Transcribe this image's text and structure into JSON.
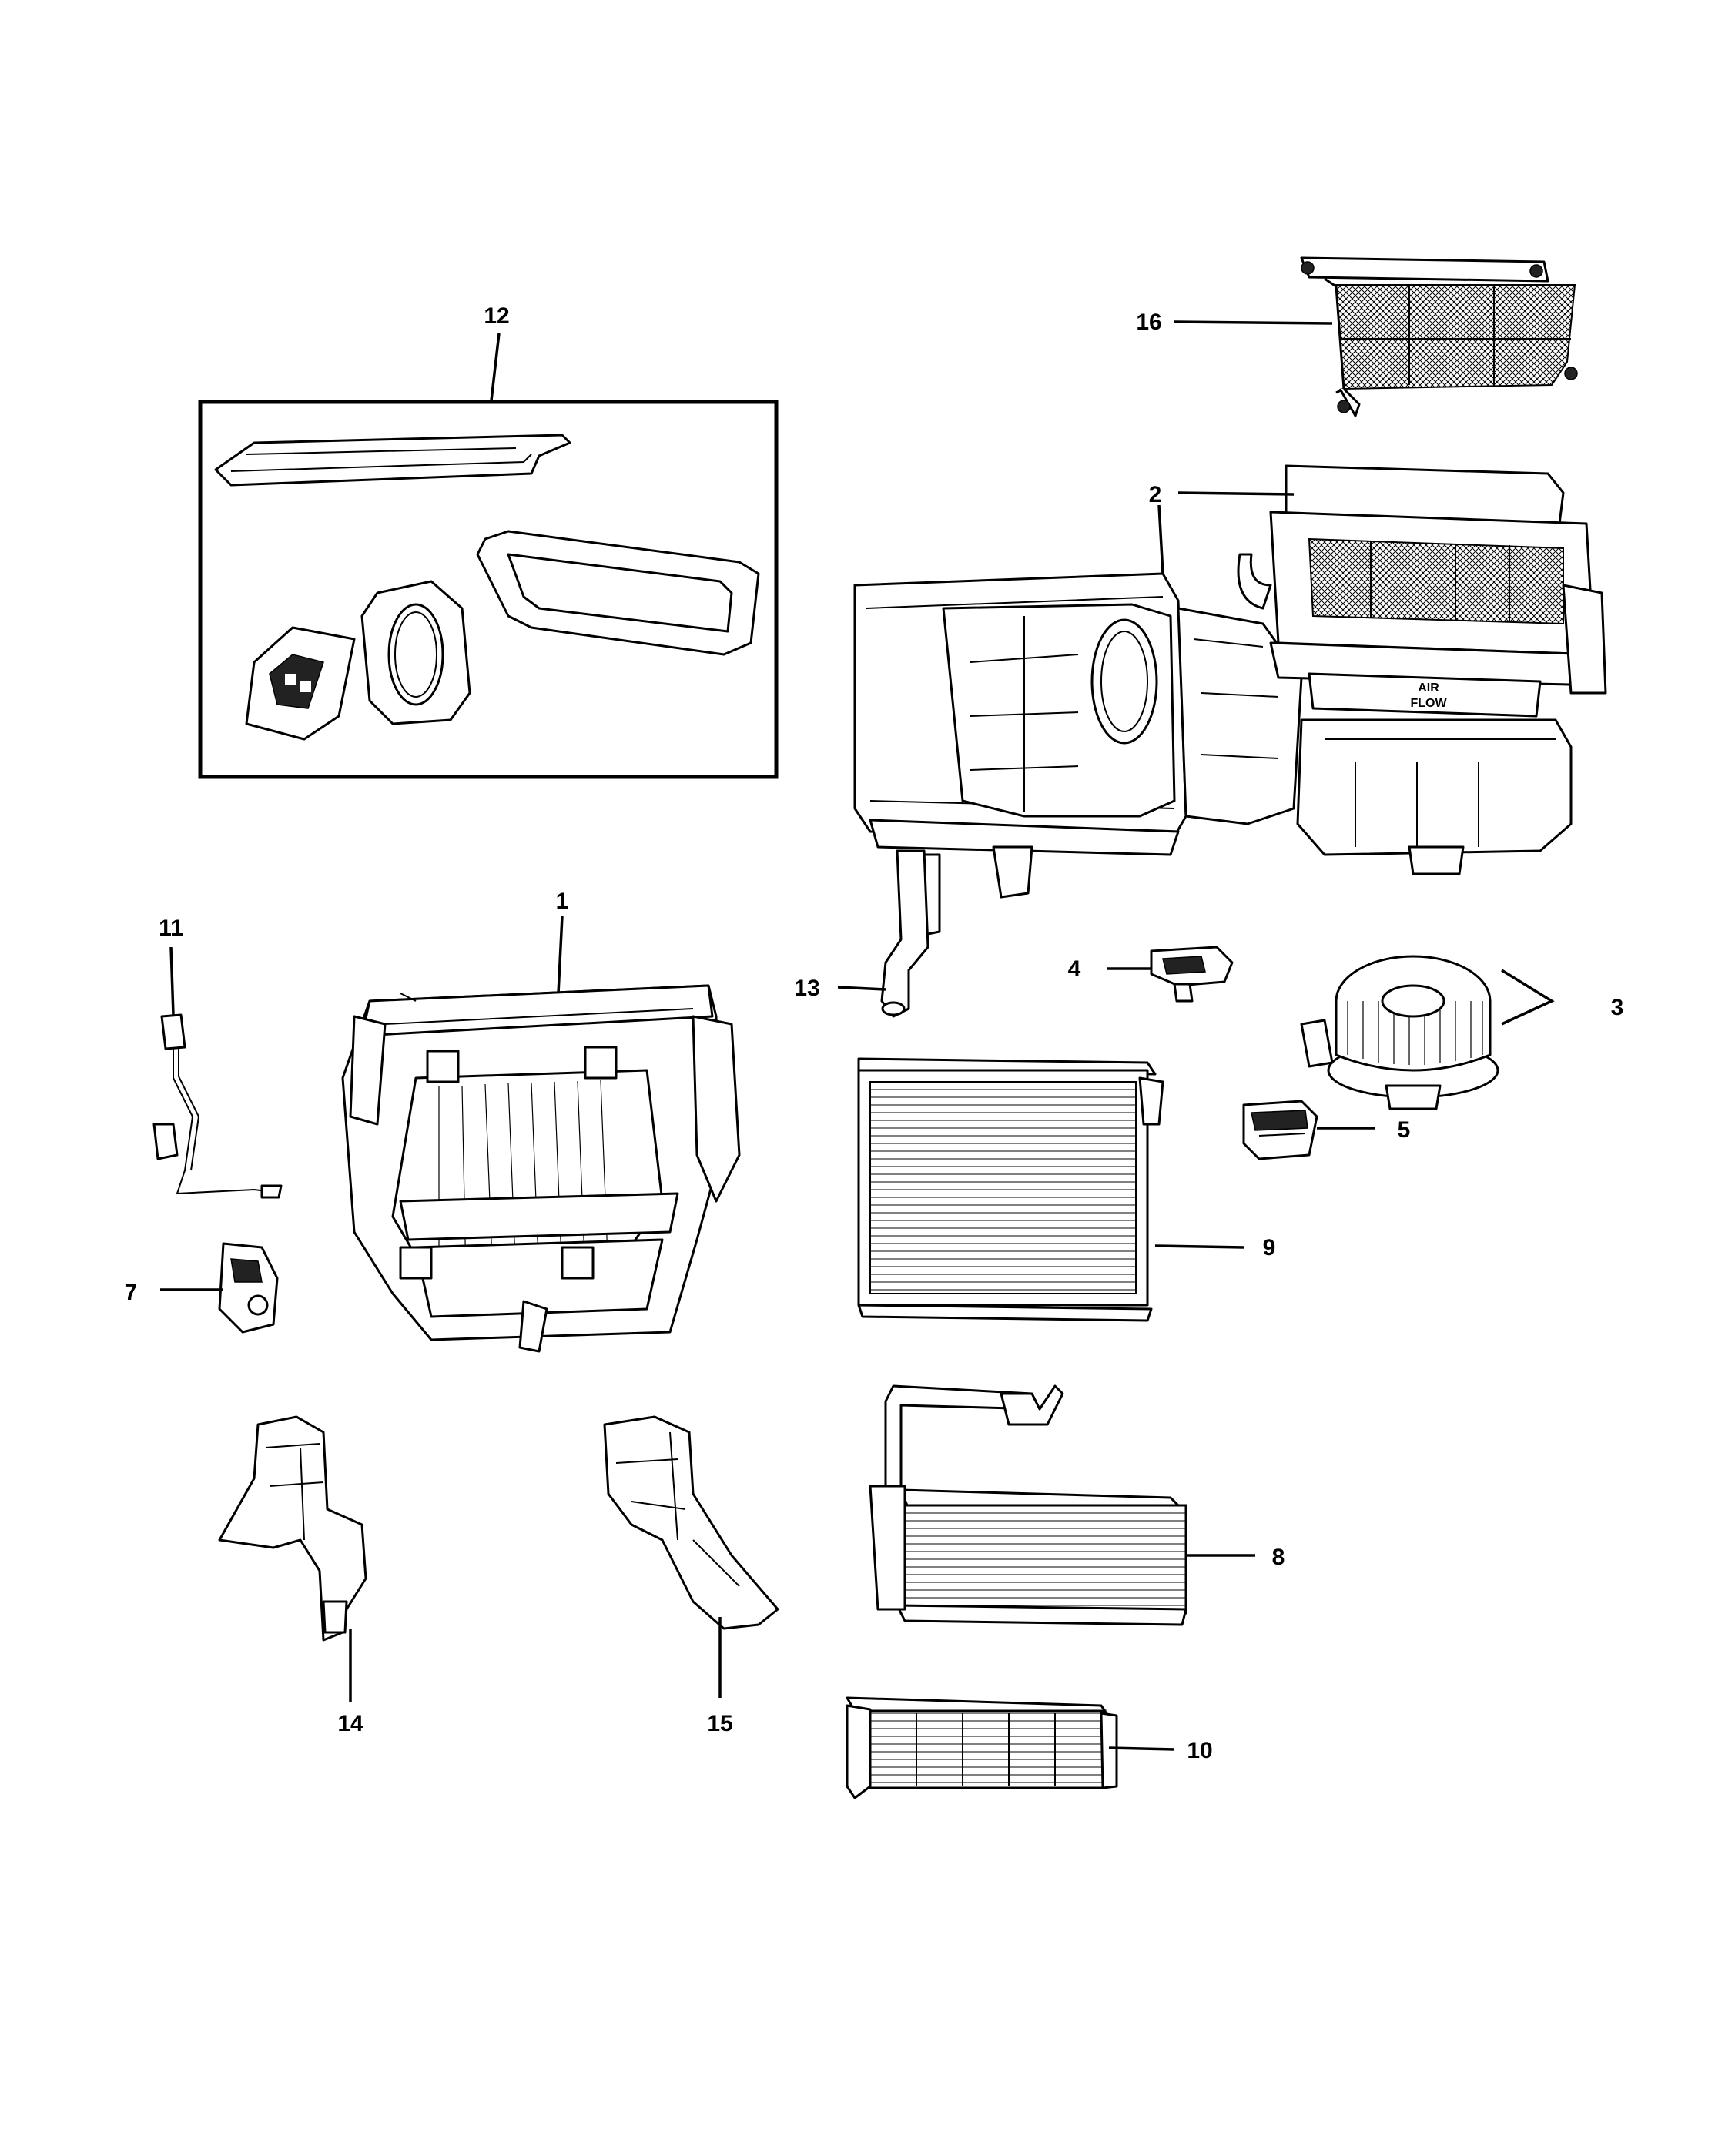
{
  "callouts": [
    {
      "id": "1",
      "label": "1"
    },
    {
      "id": "2",
      "label": "2"
    },
    {
      "id": "3",
      "label": "3"
    },
    {
      "id": "4",
      "label": "4"
    },
    {
      "id": "5",
      "label": "5"
    },
    {
      "id": "7",
      "label": "7"
    },
    {
      "id": "8",
      "label": "8"
    },
    {
      "id": "9",
      "label": "9"
    },
    {
      "id": "10",
      "label": "10"
    },
    {
      "id": "11",
      "label": "11"
    },
    {
      "id": "12",
      "label": "12"
    },
    {
      "id": "13",
      "label": "13"
    },
    {
      "id": "14",
      "label": "14"
    },
    {
      "id": "15",
      "label": "15"
    },
    {
      "id": "16",
      "label": "16"
    }
  ],
  "air_flow_label": [
    "AIR",
    "FLOW"
  ]
}
